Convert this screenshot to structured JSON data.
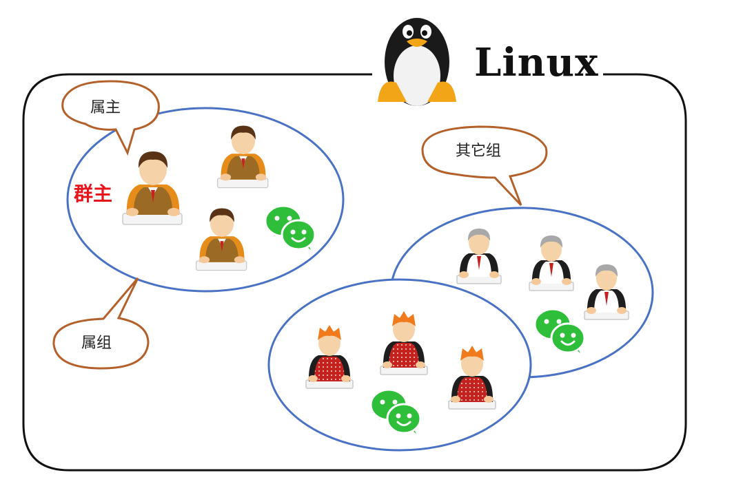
{
  "title": "Linux",
  "callouts": {
    "owner": "属主",
    "group": "属组",
    "other": "其它组"
  },
  "owner_tag": "群主",
  "colors": {
    "frame": "#111111",
    "group_circle": "#4a72c4",
    "callout_border": "#b4602a",
    "owner_tag": "#e8141c",
    "wechat": "#2fbe3a"
  },
  "icons": [
    "tux-penguin-icon",
    "person-icon",
    "wechat-icon"
  ]
}
